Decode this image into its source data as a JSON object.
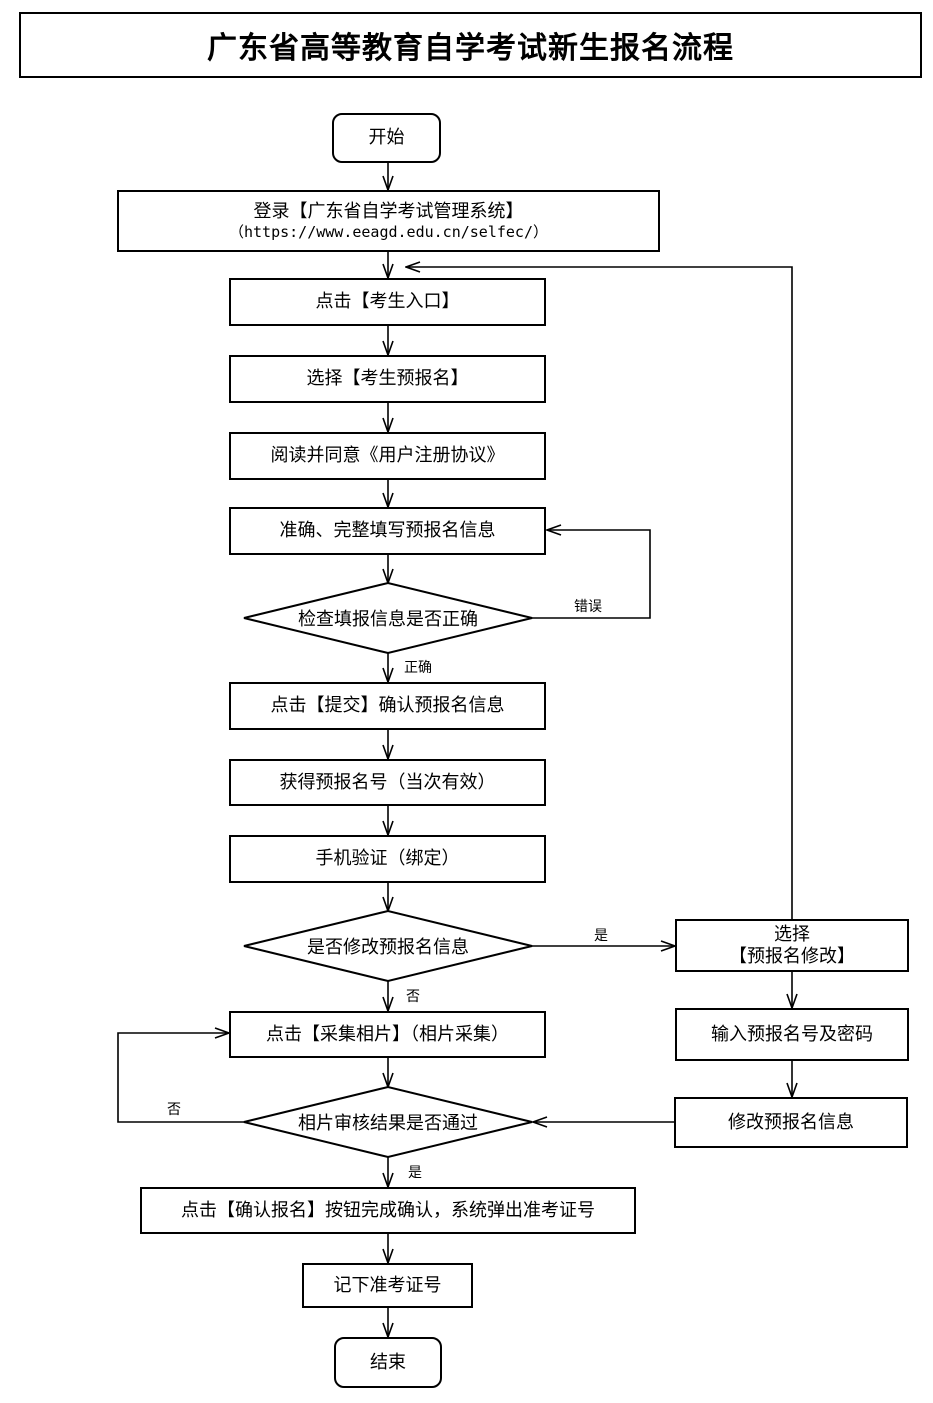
{
  "title": "广东省高等教育自学考试新生报名流程",
  "nodes": {
    "start": "开始",
    "login_line1": "登录【广东省自学考试管理系统】",
    "login_line2": "（https://www.eeagd.edu.cn/selfec/）",
    "click_entry": "点击【考生入口】",
    "choose_prereg": "选择【考生预报名】",
    "read_agree": "阅读并同意《用户注册协议》",
    "fill_info": "准确、完整填写预报名信息",
    "check_info": "检查填报信息是否正确",
    "submit_confirm": "点击【提交】确认预报名信息",
    "get_number": "获得预报名号（当次有效）",
    "phone_verify": "手机验证（绑定）",
    "modify_question": "是否修改预报名信息",
    "collect_photo": "点击【采集相片】（相片采集）",
    "photo_review": "相片审核结果是否通过",
    "confirm_reg": "点击【确认报名】按钮完成确认，系统弹出准考证号",
    "note_number": "记下准考证号",
    "end": "结束",
    "choose_modify_line1": "选择",
    "choose_modify_line2": "【预报名修改】",
    "input_number_pwd": "输入预报名号及密码",
    "modify_info": "修改预报名信息"
  },
  "edge_labels": {
    "check_wrong": "错误",
    "check_right": "正确",
    "modify_yes": "是",
    "modify_no": "否",
    "photo_no": "否",
    "photo_yes": "是"
  }
}
